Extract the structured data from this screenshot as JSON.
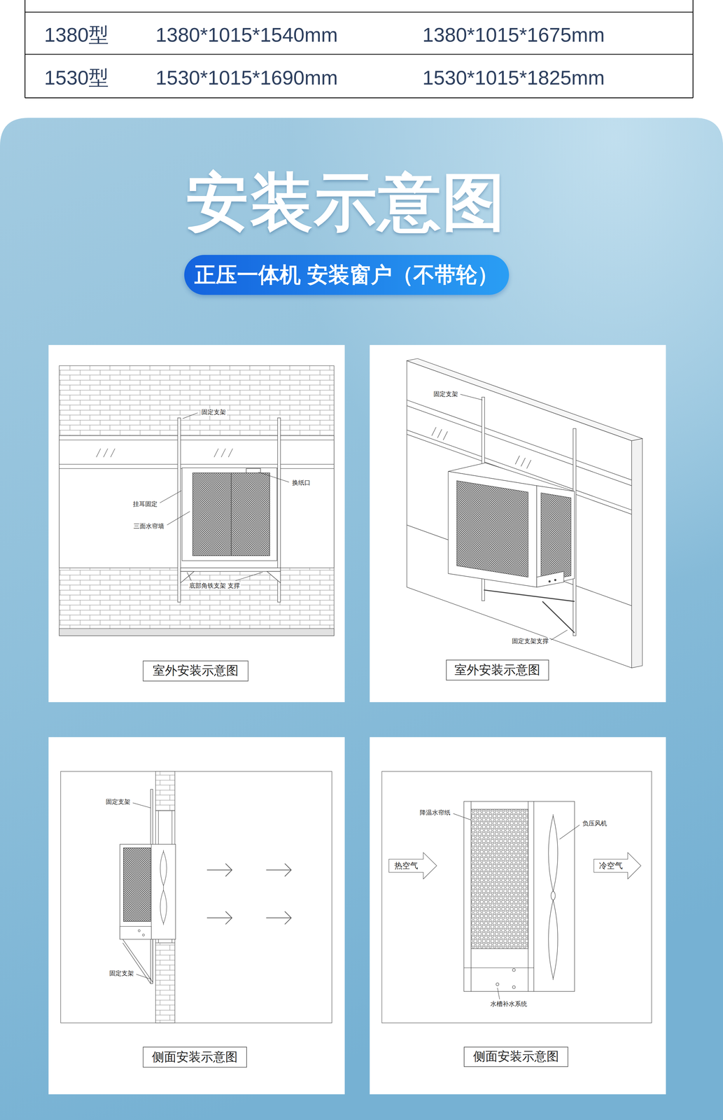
{
  "diagram": {
    "title": "安装示意图",
    "nodes": [
      {
        "text": [
          "正压一体机 安装窗户（不带轮）"
        ]
      },
      {
        "text": [
          "室外安装示意图"
        ]
      },
      {
        "text": [
          "室外安装示意图"
        ]
      },
      {
        "text": [
          "热空气"
        ]
      },
      {
        "text": [
          "冷空气"
        ]
      },
      {
        "text": [
          "侧面安装示意图"
        ]
      },
      {
        "text": [
          "侧面安装示意图"
        ]
      }
    ],
    "labels": [
      "1380型",
      "1380*1015*1540mm",
      "1380*1015*1675mm",
      "1530型",
      "1530*1015*1690mm",
      "1530*1015*1825mm",
      "固定支架",
      "换纸口",
      "挂耳固定",
      "三面水帘墙",
      "底部角铁支架 支撑",
      "固定支架",
      "固定支架支撑",
      "固定支架",
      "固定支架",
      "降温水帘纸",
      "负压风机",
      "水槽补水系统"
    ]
  }
}
